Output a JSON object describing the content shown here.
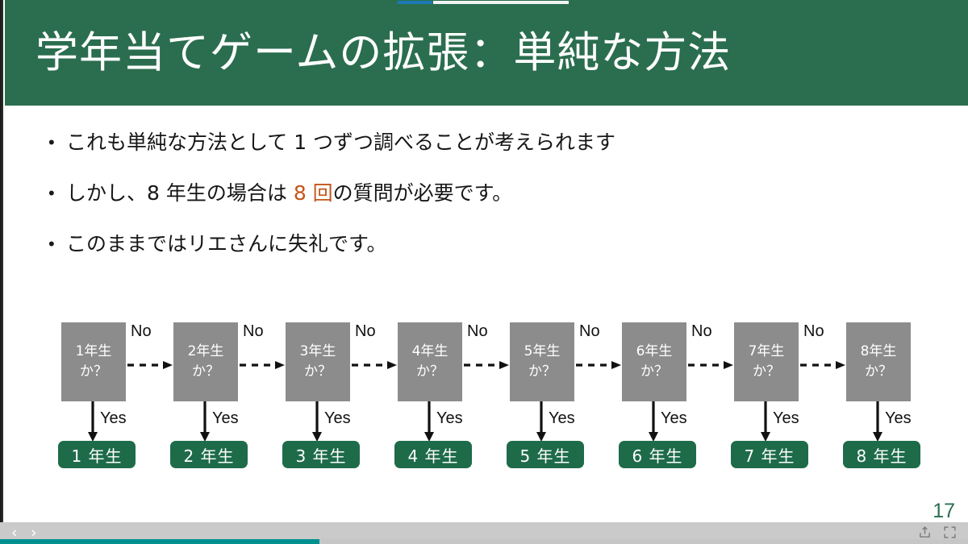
{
  "slide": {
    "title": "学年当てゲームの拡張：単純な方法",
    "header_color": "#2b6e4f",
    "bullets": [
      {
        "marker": "•",
        "text_plain": "これも単純な方法として 1 つずつ調べることが考えられます",
        "pre": "これも単純な方法として 1 つずつ調べることが考えられます",
        "highlight": "",
        "post": ""
      },
      {
        "marker": "•",
        "text_plain": "しかし、8 年生の場合は 8 回の質問が必要です。",
        "pre": "しかし、8 年生の場合は ",
        "highlight": "8 回",
        "post": "の質問が必要です。"
      },
      {
        "marker": "•",
        "text_plain": "このままではリエさんに失礼です。",
        "pre": "このままではリエさんに失礼です。",
        "highlight": "",
        "post": ""
      }
    ],
    "highlight_color": "#c4551a"
  },
  "flowchart": {
    "type": "decision-chain",
    "question_box_color": "#8c8c8c",
    "result_box_color": "#1e6b4a",
    "no_label": "No",
    "yes_label": "Yes",
    "steps": [
      {
        "question_line1": "1年生",
        "question_line2": "か？",
        "result": "1 年生",
        "no_label": "No",
        "yes_label": "Yes",
        "has_no_arrow": true
      },
      {
        "question_line1": "2年生",
        "question_line2": "か？",
        "result": "2 年生",
        "no_label": "No",
        "yes_label": "Yes",
        "has_no_arrow": true
      },
      {
        "question_line1": "3年生",
        "question_line2": "か？",
        "result": "3 年生",
        "no_label": "No",
        "yes_label": "Yes",
        "has_no_arrow": true
      },
      {
        "question_line1": "4年生",
        "question_line2": "か？",
        "result": "4 年生",
        "no_label": "No",
        "yes_label": "Yes",
        "has_no_arrow": true
      },
      {
        "question_line1": "5年生",
        "question_line2": "か？",
        "result": "5 年生",
        "no_label": "No",
        "yes_label": "Yes",
        "has_no_arrow": true
      },
      {
        "question_line1": "6年生",
        "question_line2": "か？",
        "result": "6 年生",
        "no_label": "No",
        "yes_label": "Yes",
        "has_no_arrow": true
      },
      {
        "question_line1": "7年生",
        "question_line2": "か？",
        "result": "7 年生",
        "no_label": "No",
        "yes_label": "Yes",
        "has_no_arrow": true
      },
      {
        "question_line1": "8年生",
        "question_line2": "か？",
        "result": "8 年生",
        "no_label": "",
        "yes_label": "Yes",
        "has_no_arrow": false
      }
    ]
  },
  "player": {
    "page_number": "17",
    "prev_label": "‹",
    "next_label": "›",
    "share_icon": "share-icon",
    "fullscreen_icon": "fullscreen-icon",
    "progress_percent": 33,
    "progress_color": "#009090",
    "top_indicator_blue": "#1b7ab5",
    "top_indicator_white": "#f2f4f4"
  }
}
